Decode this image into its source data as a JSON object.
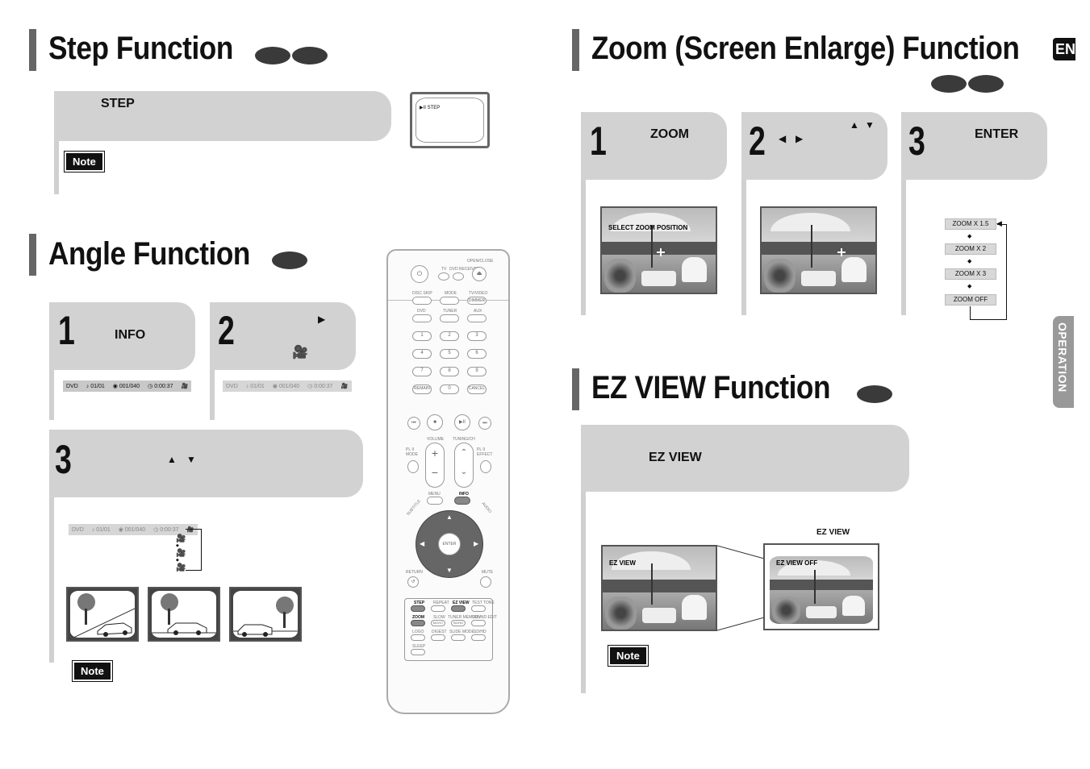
{
  "step": {
    "title": "Step Function",
    "button": "STEP",
    "osd": "STEP",
    "note": "Note"
  },
  "angle": {
    "title": "Angle Function",
    "step1": {
      "num": "1",
      "label": "INFO"
    },
    "step2": {
      "num": "2"
    },
    "step3": {
      "num": "3"
    },
    "infobar": {
      "disc": "DVD",
      "title": "01/01",
      "chapter": "001/040",
      "time": "0:00:37"
    },
    "note": "Note"
  },
  "zoom": {
    "title": "Zoom (Screen Enlarge) Function",
    "step1": {
      "num": "1",
      "label": "ZOOM"
    },
    "step2": {
      "num": "2"
    },
    "step3": {
      "num": "3",
      "label": "ENTER"
    },
    "select_caption": "SELECT ZOOM POSITION",
    "sequence": [
      "ZOOM X 1.5",
      "ZOOM X 2",
      "ZOOM X 3",
      "ZOOM  OFF"
    ]
  },
  "ezview": {
    "title": "EZ VIEW Function",
    "button": "EZ VIEW",
    "caption_top": "EZ VIEW",
    "screen1": "EZ VIEW",
    "screen2": "EZ VIEW OFF",
    "note": "Note"
  },
  "tabs": {
    "eng": "ENG",
    "operation": "OPERATION"
  },
  "remote": {
    "open_close": "OPEN/CLOSE",
    "tv": "TV",
    "dvd_receiver": "DVD RECEIVER",
    "disc_skip": "DISC SKIP",
    "mode": "MODE",
    "tv_video": "TV/VIDEO",
    "dimmer": "DIMMER",
    "dvd": "DVD",
    "tuner": "TUNER",
    "aux": "AUX",
    "remain": "REMAIN",
    "cancel": "CANCEL",
    "volume": "VOLUME",
    "tuning": "TUNING/CH",
    "pl_mode": "PL II MODE",
    "pl_effect": "PL II EFFECT",
    "menu": "MENU",
    "info": "INFO",
    "subtitle": "SUBTITLE",
    "audio": "AUDIO",
    "enter": "ENTER",
    "return": "RETURN",
    "mute": "MUTE",
    "row1": [
      "STEP",
      "REPEAT",
      "EZ VIEW",
      "TEST TONE"
    ],
    "row2": [
      "ZOOM",
      "SLOW",
      "TUNER MEMORY",
      "SOUND EDIT"
    ],
    "row2b": [
      "",
      "MO/ST",
      "SD/HD",
      ""
    ],
    "row3": [
      "LOGO",
      "DIGEST",
      "SLIDE MODE",
      "SD/HD"
    ],
    "sleep": "SLEEP",
    "digits": [
      "1",
      "2",
      "3",
      "4",
      "5",
      "6",
      "7",
      "8",
      "9",
      "0"
    ]
  }
}
